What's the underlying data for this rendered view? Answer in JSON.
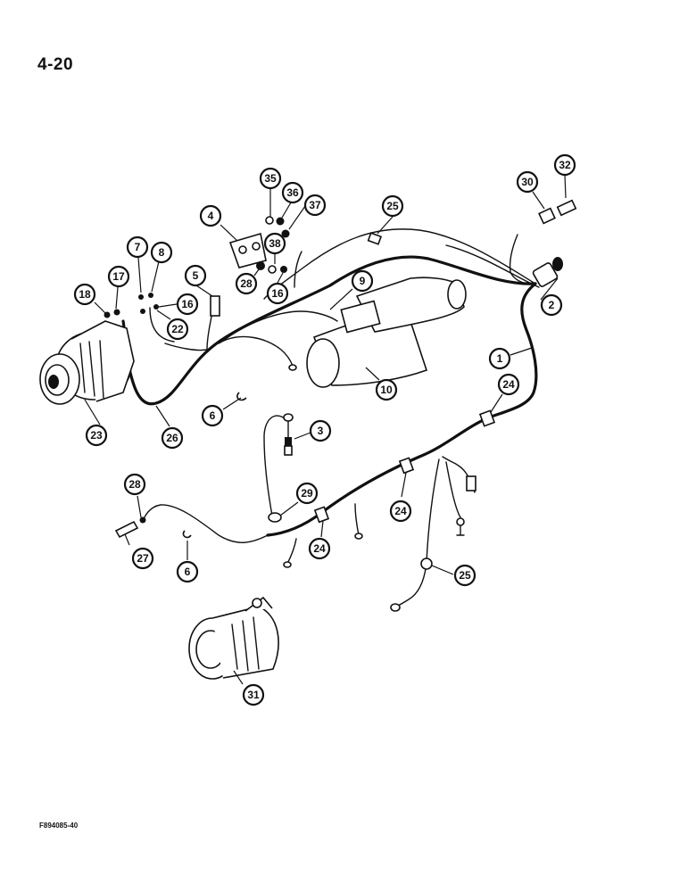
{
  "page": {
    "page_number": "4-20",
    "figure_code": "F894085-40"
  },
  "callouts": [
    {
      "id": "c35",
      "label": "35"
    },
    {
      "id": "c36",
      "label": "36"
    },
    {
      "id": "c37",
      "label": "37"
    },
    {
      "id": "c25a",
      "label": "25"
    },
    {
      "id": "c30",
      "label": "30"
    },
    {
      "id": "c32",
      "label": "32"
    },
    {
      "id": "c4",
      "label": "4"
    },
    {
      "id": "c38",
      "label": "38"
    },
    {
      "id": "c28a",
      "label": "28"
    },
    {
      "id": "c16a",
      "label": "16"
    },
    {
      "id": "c7",
      "label": "7"
    },
    {
      "id": "c8",
      "label": "8"
    },
    {
      "id": "c5",
      "label": "5"
    },
    {
      "id": "c17",
      "label": "17"
    },
    {
      "id": "c18",
      "label": "18"
    },
    {
      "id": "c16b",
      "label": "16"
    },
    {
      "id": "c22",
      "label": "22"
    },
    {
      "id": "c9",
      "label": "9"
    },
    {
      "id": "c2",
      "label": "2"
    },
    {
      "id": "c1",
      "label": "1"
    },
    {
      "id": "c10",
      "label": "10"
    },
    {
      "id": "c24a",
      "label": "24"
    },
    {
      "id": "c6a",
      "label": "6"
    },
    {
      "id": "c23",
      "label": "23"
    },
    {
      "id": "c26",
      "label": "26"
    },
    {
      "id": "c3",
      "label": "3"
    },
    {
      "id": "c28b",
      "label": "28"
    },
    {
      "id": "c29",
      "label": "29"
    },
    {
      "id": "c24b",
      "label": "24"
    },
    {
      "id": "c27",
      "label": "27"
    },
    {
      "id": "c6b",
      "label": "6"
    },
    {
      "id": "c24c",
      "label": "24"
    },
    {
      "id": "c25b",
      "label": "25"
    },
    {
      "id": "c31",
      "label": "31"
    }
  ]
}
